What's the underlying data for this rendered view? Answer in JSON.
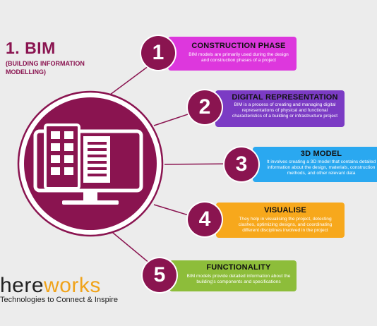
{
  "header": {
    "title": "1. BIM",
    "subtitle": "(BUILDING INFORMATION MODELLING)"
  },
  "colors": {
    "hub": "#8a1450",
    "card1": "#dd37dd",
    "card2": "#7b3bc4",
    "card3": "#2aa8f0",
    "card4": "#f7a81c",
    "card5": "#8dbd3a"
  },
  "hub_icon": "computer-monitor-document-icon",
  "steps": [
    {
      "number": "1",
      "title": "CONSTRUCTION PHASE",
      "text": "BIM models are primarily used during the design and construction phases of a project"
    },
    {
      "number": "2",
      "title": "DIGITAL REPRESENTATION",
      "text": "BIM is a process of creating and managing digital representations of physical and functional characteristics of a building or infrastructure project"
    },
    {
      "number": "3",
      "title": "3D MODEL",
      "text": "It involves creating a 3D model that contains detailed information about the design, materials, construction methods, and other relevant data"
    },
    {
      "number": "4",
      "title": "VISUALISE",
      "text": "They help in visualising the project, detecting clashes, optimizing designs, and coordinating different disciplines involved in the project"
    },
    {
      "number": "5",
      "title": "FUNCTIONALITY",
      "text": "BIM models provide detailed information about the building's components and specifications"
    }
  ],
  "brand": {
    "prefix": "here",
    "suffix": "works",
    "tagline": "Technologies to Connect & Inspire"
  }
}
